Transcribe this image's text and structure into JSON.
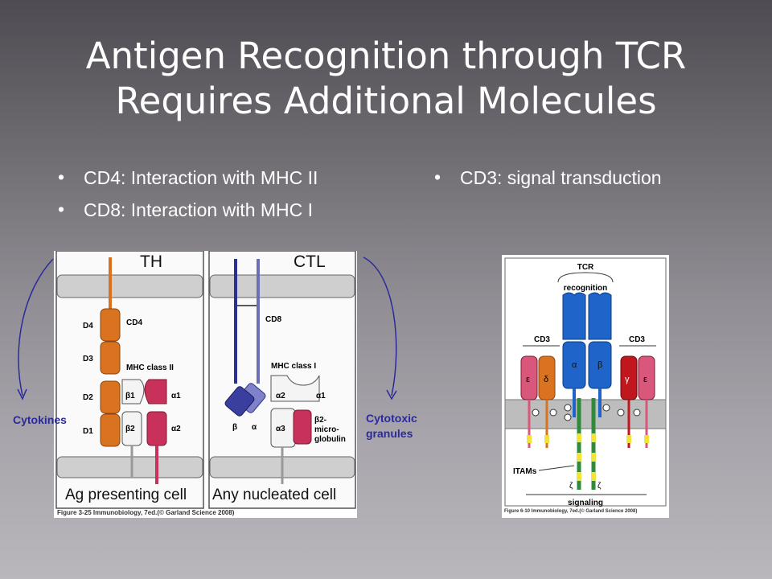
{
  "slide": {
    "title_line1": "Antigen Recognition through TCR",
    "title_line2": "Requires Additional Molecules"
  },
  "bullets_left": [
    "CD4: Interaction with MHC II",
    "CD8: Interaction with MHC I"
  ],
  "bullets_right": [
    "CD3: signal transduction"
  ],
  "left_figure": {
    "label_th": "TH",
    "label_ctl": "CTL",
    "label_ag_cell": "Ag presenting cell",
    "label_nucleated": "Any nucleated cell",
    "cytokines": "Cytokines",
    "cytotoxic_line1": "Cytotoxic",
    "cytotoxic_line2": "granules",
    "cd4": "CD4",
    "d4": "D4",
    "d3": "D3",
    "d2": "D2",
    "d1": "D1",
    "mhc2": "MHC class II",
    "b1": "β1",
    "b2": "β2",
    "a1": "α1",
    "a2": "α2",
    "cd8": "CD8",
    "mhc1": "MHC class I",
    "beta": "β",
    "alpha": "α",
    "a2_i": "α2",
    "a1_i": "α1",
    "a3_i": "α3",
    "b2m_line1": "β2-",
    "b2m_line2": "micro-",
    "b2m_line3": "globulin",
    "caption": "Figure 3-25 Immunobiology, 7ed.(© Garland Science 2008)"
  },
  "right_figure": {
    "tcr": "TCR",
    "recognition": "recognition",
    "cd3_left": "CD3",
    "cd3_right": "CD3",
    "epsilon_l": "ε",
    "delta": "δ",
    "alpha": "α",
    "beta": "β",
    "gamma": "γ",
    "epsilon_r": "ε",
    "itams": "ITAMs",
    "zeta1": "ζ",
    "zeta2": "ζ",
    "signaling": "signaling",
    "caption": "Figure 6-10 Immunobiology, 7ed.(© Garland Science 2008)"
  },
  "colors": {
    "orange": "#d9731f",
    "crimson": "#c8325a",
    "navy": "#2b2f8f",
    "blue": "#1f64c8",
    "red": "#c0161e",
    "green": "#2f8a3a",
    "yellow": "#f2e33a",
    "membrane": "#bdbdbd"
  }
}
